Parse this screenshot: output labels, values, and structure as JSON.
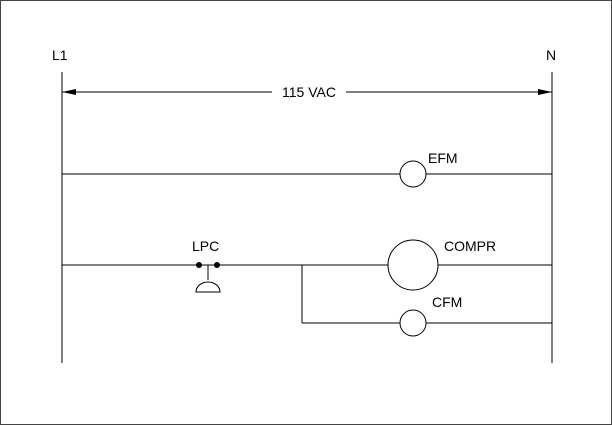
{
  "rails": {
    "left_label": "L1",
    "right_label": "N"
  },
  "voltage": {
    "label": "115 VAC"
  },
  "rungs": [
    {
      "device": "EFM"
    },
    {
      "switch": "LPC",
      "device": "COMPR"
    },
    {
      "device": "CFM"
    }
  ],
  "colors": {
    "line": "#000000",
    "background": "#ffffff",
    "border": "#444444"
  }
}
